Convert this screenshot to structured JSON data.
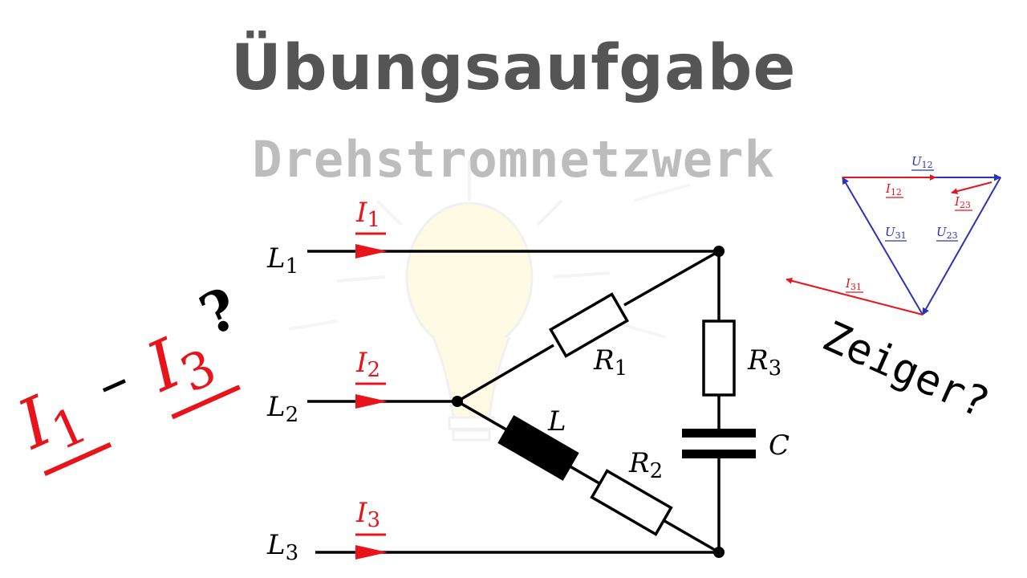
{
  "title": "Übungsaufgabe",
  "subtitle": "Drehstromnetzwerk",
  "colors": {
    "title": "#555555",
    "subtitle": "#bdbdbd",
    "wire": "#000000",
    "current": "#e8141b",
    "voltage": "#2a33b5",
    "lightbulb": "#fff5c4"
  },
  "icons": {
    "background": "lightbulb-icon"
  },
  "circuit": {
    "lines": [
      {
        "name": "L",
        "sub": "1"
      },
      {
        "name": "L",
        "sub": "2"
      },
      {
        "name": "L",
        "sub": "3"
      }
    ],
    "currents": [
      {
        "name": "I",
        "sub": "1"
      },
      {
        "name": "I",
        "sub": "2"
      },
      {
        "name": "I",
        "sub": "3"
      }
    ],
    "components": {
      "r1": {
        "name": "R",
        "sub": "1"
      },
      "r2": {
        "name": "R",
        "sub": "2"
      },
      "r3": {
        "name": "R",
        "sub": "3"
      },
      "l": {
        "name": "L"
      },
      "c": {
        "name": "C"
      }
    }
  },
  "question": {
    "left_current": {
      "name": "I",
      "sub": "1"
    },
    "dash": "–",
    "right_current": {
      "name": "I",
      "sub": "3"
    },
    "mark": "?"
  },
  "phasor": {
    "u12": {
      "name": "U",
      "sub": "12"
    },
    "u23": {
      "name": "U",
      "sub": "23"
    },
    "u31": {
      "name": "U",
      "sub": "31"
    },
    "i12": {
      "name": "I",
      "sub": "12"
    },
    "i23": {
      "name": "I",
      "sub": "23"
    },
    "i31": {
      "name": "I",
      "sub": "31"
    },
    "label": "Zeiger?"
  }
}
